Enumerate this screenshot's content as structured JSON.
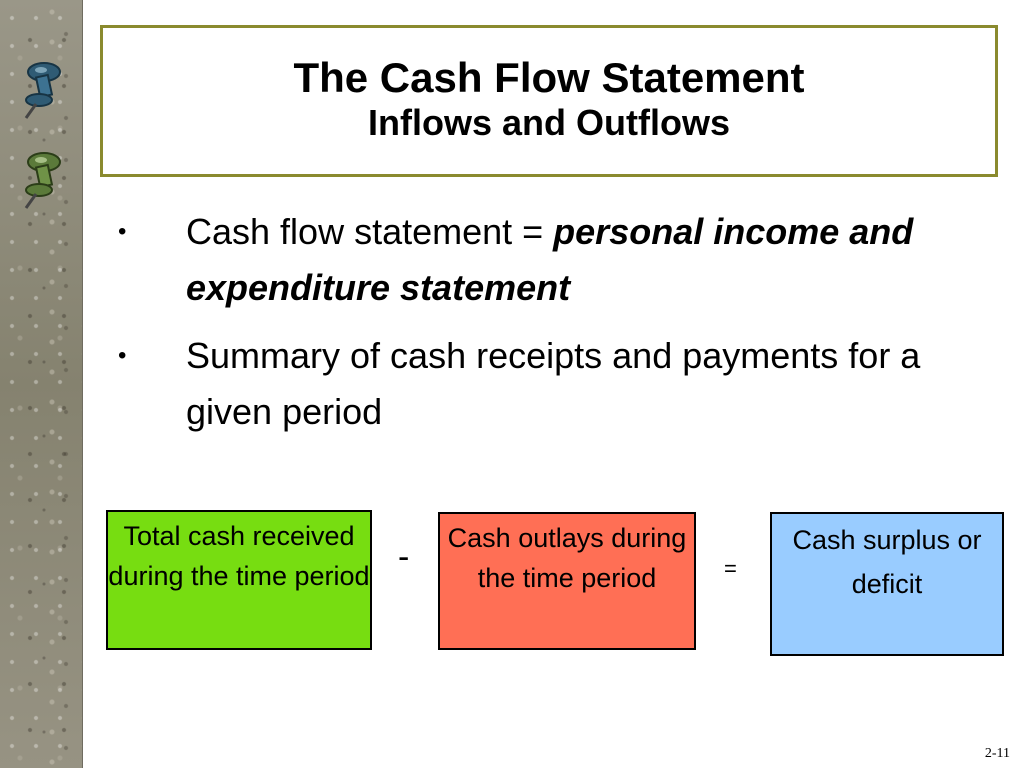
{
  "slide": {
    "title": "The Cash Flow Statement",
    "subtitle": "Inflows and Outflows",
    "page_number": "2-11"
  },
  "bullets": [
    {
      "marker": "•",
      "text": "Cash flow statement = ",
      "emphasis": "personal income and expenditure statement"
    },
    {
      "marker": "•",
      "text": "Summary of cash receipts and payments for a given period"
    }
  ],
  "equation": {
    "box1": {
      "label": "Total cash received during the time period",
      "color": "#77dd11"
    },
    "op1": "-",
    "box2": {
      "label": "Cash outlays during the time period",
      "color": "#ff6f55"
    },
    "op2": "=",
    "box3": {
      "label": "Cash surplus or deficit",
      "color": "#99ccff"
    }
  },
  "decor": {
    "pins": [
      "pushpin-icon-blue",
      "pushpin-icon-green"
    ]
  }
}
